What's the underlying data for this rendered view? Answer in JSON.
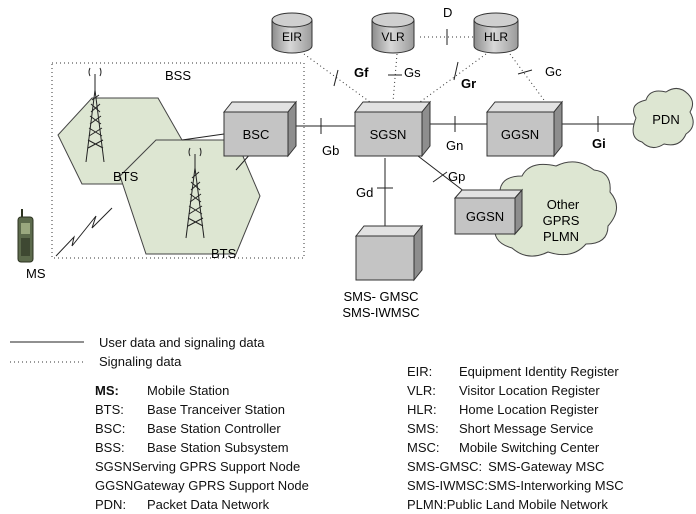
{
  "nodes": {
    "eir": "EIR",
    "vlr": "VLR",
    "hlr": "HLR",
    "bsc": "BSC",
    "sgsn": "SGSN",
    "ggsn": "GGSN",
    "ggsn_other": "GGSN",
    "pdn": "PDN",
    "bss": "BSS",
    "bts1": "BTS",
    "bts2": "BTS",
    "ms": "MS",
    "sms_line1": "SMS- GMSC",
    "sms_line2": "SMS-IWMSC",
    "other_line1": "Other",
    "other_line2": "GPRS",
    "other_line3": "PLMN"
  },
  "interfaces": {
    "d": "D",
    "gf": "Gf",
    "gs": "Gs",
    "gr": "Gr",
    "gc": "Gc",
    "gb": "Gb",
    "gn": "Gn",
    "gi": "Gi",
    "gd": "Gd",
    "gp": "Gp"
  },
  "legend": {
    "solid_line": "User data and signaling data",
    "dotted_line": "Signaling data",
    "left": [
      {
        "abbr": "MS:",
        "def": "Mobile Station"
      },
      {
        "abbr": "BTS:",
        "def": "Base Tranceiver Station"
      },
      {
        "abbr": "BSC:",
        "def": "Base Station Controller"
      },
      {
        "abbr": "BSS:",
        "def": "Base Station Subsystem"
      },
      {
        "abbr": "SGSN",
        "def": "Serving GPRS Support Node"
      },
      {
        "abbr": "GGSN",
        "def": "Gateway GPRS Support Node"
      },
      {
        "abbr": "PDN:",
        "def": "Packet Data Network"
      }
    ],
    "right": [
      {
        "abbr": "EIR:",
        "def": "Equipment Identity Register"
      },
      {
        "abbr": "VLR:",
        "def": "Visitor Location Register"
      },
      {
        "abbr": "HLR:",
        "def": "Home Location Register"
      },
      {
        "abbr": "SMS:",
        "def": "Short Message Service"
      },
      {
        "abbr": "MSC:",
        "def": "Mobile Switching Center"
      },
      {
        "abbr": "SMS-GMSC:",
        "def": "SMS-Gateway MSC"
      },
      {
        "abbr": "SMS-IWMSC:",
        "def": "SMS-Interworking MSC"
      },
      {
        "abbr": "PLMN:",
        "def": "Public Land Mobile Network"
      }
    ]
  }
}
